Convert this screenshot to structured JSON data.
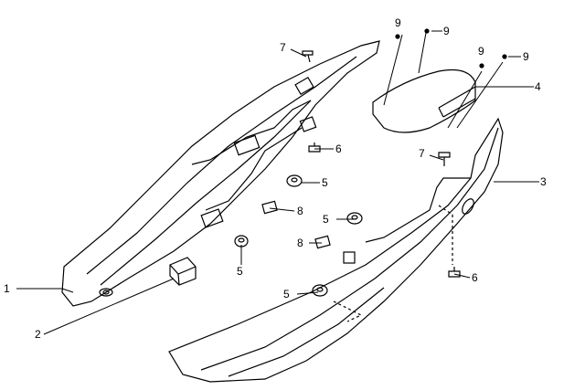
{
  "diagram": {
    "title": "Rear side cover parts diagram",
    "callouts": [
      {
        "id": "c1",
        "text": "1"
      },
      {
        "id": "c2",
        "text": "2"
      },
      {
        "id": "c3",
        "text": "3"
      },
      {
        "id": "c4",
        "text": "4"
      },
      {
        "id": "c5a",
        "text": "5"
      },
      {
        "id": "c5b",
        "text": "5"
      },
      {
        "id": "c5c",
        "text": "5"
      },
      {
        "id": "c5d",
        "text": "5"
      },
      {
        "id": "c6a",
        "text": "6"
      },
      {
        "id": "c6b",
        "text": "6"
      },
      {
        "id": "c7a",
        "text": "7"
      },
      {
        "id": "c7b",
        "text": "7"
      },
      {
        "id": "c8a",
        "text": "8"
      },
      {
        "id": "c8b",
        "text": "8"
      },
      {
        "id": "c9a",
        "text": "9"
      },
      {
        "id": "c9b",
        "text": "9"
      },
      {
        "id": "c9c",
        "text": "9"
      },
      {
        "id": "c9d",
        "text": "9"
      }
    ]
  }
}
